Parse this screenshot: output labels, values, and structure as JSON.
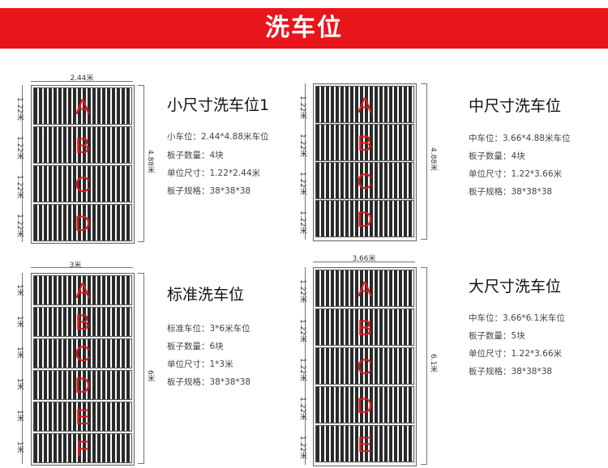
{
  "header": {
    "title": "洗车位"
  },
  "panels": {
    "small": {
      "title": "小尺寸洗车位1",
      "width_label": "2.44米",
      "length_label": "4.88米",
      "board_label": "1.22米",
      "specs": [
        "小车位：2.44*4.88米车位",
        "板子数量：4块",
        "单位尺寸：1.22*2.44米",
        "板子规格：38*38*38"
      ],
      "boards": [
        "A",
        "B",
        "C",
        "D"
      ]
    },
    "medium": {
      "title": "中尺寸洗车位",
      "length_label": "4.88米",
      "board_label": "1.22米",
      "specs": [
        "中车位：3.66*4.88米车位",
        "板子数量：4块",
        "单位尺寸：1.22*3.66米",
        "板子规格：38*38*38"
      ],
      "boards": [
        "A",
        "B",
        "C",
        "D"
      ]
    },
    "standard": {
      "title": "标准洗车位",
      "width_label": "3米",
      "length_label": "6米",
      "board_label": "1米",
      "specs": [
        "标准车位：3*6米车位",
        "板子数量：6块",
        "单位尺寸：1*3米",
        "板子规格：38*38*38"
      ],
      "boards": [
        "A",
        "B",
        "C",
        "D",
        "E",
        "F"
      ]
    },
    "large": {
      "title": "大尺寸洗车位",
      "width_label": "3.66米",
      "length_label": "6.1米",
      "board_label": "1.22米",
      "specs": [
        "中车位：3.66*6.1米车位",
        "板子数量：5块",
        "单位尺寸：1.22*3.66米",
        "板子规格：38*38*38"
      ],
      "boards": [
        "A",
        "B",
        "C",
        "D",
        "E"
      ]
    }
  }
}
